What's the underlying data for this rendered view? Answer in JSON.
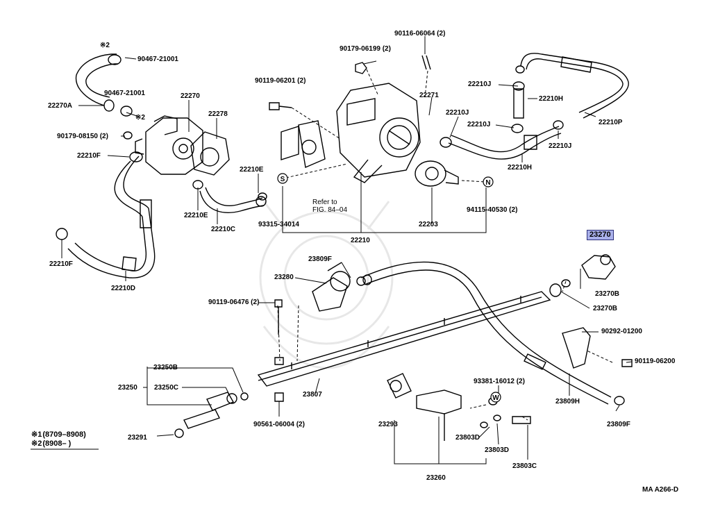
{
  "labels": {
    "note2_top": "※2",
    "p90467_a": "90467-21001",
    "p90467_b": "90467-21001",
    "note2_mid": "※2",
    "p22270A": "22270A",
    "p22270": "22270",
    "p22278": "22278",
    "p90179_08150": "90179-08150 (2)",
    "p22210F_a": "22210F",
    "p22210E_a": "22210E",
    "p22210E_b": "22210E",
    "p22210C": "22210C",
    "p22210F_b": "22210F",
    "p22210D": "22210D",
    "p90116": "90116-06064 (2)",
    "p90179_06199": "90179-06199 (2)",
    "p90119_06201": "90119-06201 (2)",
    "p22271": "22271",
    "p22210J_a": "22210J",
    "p22210H_a": "22210H",
    "p22210J_b": "22210J",
    "p22210J_c": "22210J",
    "p22210P": "22210P",
    "p22210J_d": "22210J",
    "p22210H_b": "22210H",
    "refer": "Refer to",
    "refer_fig": "FIG. 84–04",
    "p93315": "93315-34014",
    "p22203": "22203",
    "p94115": "94115-40530 (2)",
    "p22210": "22210",
    "p23270": "23270",
    "p23809F_a": "23809F",
    "p23280": "23280",
    "p23270B_a": "23270B",
    "p23270B_b": "23270B",
    "p90119_06476": "90119-06476 (2)",
    "p90292": "90292-01200",
    "p90119_06200": "90119-06200",
    "p23250B": "23250B",
    "p23250": "23250",
    "p23250C": "23250C",
    "p23807": "23807",
    "p93381": "93381-16012 (2)",
    "p23809H": "23809H",
    "p23809F_b": "23809F",
    "p90561": "90561-06004 (2)",
    "p23293": "23293",
    "p23803D_a": "23803D",
    "p23803D_b": "23803D",
    "p23803C": "23803C",
    "p23291": "23291",
    "p23260": "23260",
    "circle_S": "S",
    "circle_N": "N",
    "circle_W": "W"
  },
  "legend": {
    "row1_mark": "※1",
    "row1_text": "(8709–8908)",
    "row2_mark": "※2",
    "row2_text": "(8908–      )"
  },
  "figure_code": "MA  A266-D",
  "colors": {
    "highlight_fill": "#a9b0ea",
    "highlight_border": "#2c2f7a",
    "ink": "#000000"
  }
}
